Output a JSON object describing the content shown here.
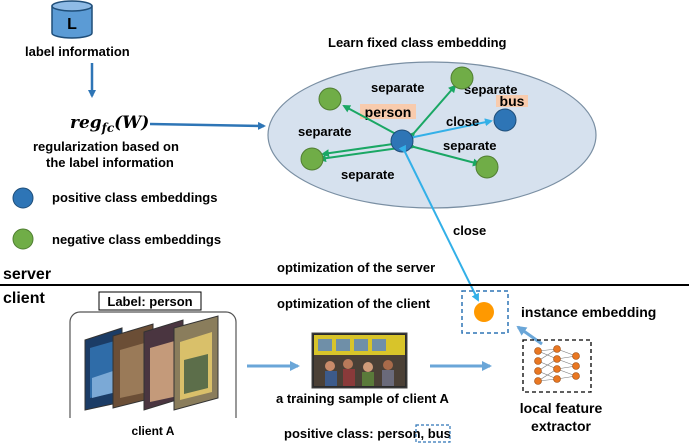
{
  "label_info": {
    "icon_letter": "L",
    "caption": "label information"
  },
  "regularization": {
    "formula_main": "reg",
    "formula_sub": "fc",
    "formula_arg": "(W)",
    "caption_line1": "regularization based on",
    "caption_line2": "the label information"
  },
  "legend": {
    "positive": "positive class embeddings",
    "negative": "negative class embeddings"
  },
  "embedding_space": {
    "title": "Learn fixed class embedding",
    "person_label": "person",
    "bus_label": "bus",
    "close_label": "close",
    "separate_labels": [
      "separate",
      "separate",
      "separate",
      "separate",
      "separate"
    ]
  },
  "server_side": {
    "section_label": "server",
    "close_label": "close",
    "optimization_label": "optimization of the server"
  },
  "client_side": {
    "section_label": "client",
    "optimization_label": "optimization of the client",
    "stack_label": "Label: person",
    "client_caption": "client A",
    "sample_caption": "a training sample of client A",
    "positive_prefix": "positive class: person, ",
    "positive_bus": "bus",
    "instance_label": "instance embedding",
    "extractor_line1": "local feature",
    "extractor_line2": "extractor"
  },
  "colors": {
    "positive": "#2e75b6",
    "negative": "#70ad47",
    "instance": "#ff9900",
    "arrow_blue": "#2e75b6",
    "arrow_green": "#1aa764",
    "arrow_cyan": "#33b0e8",
    "ellipse_fill": "#d6e1ee",
    "tag_fill": "#f8cbad"
  }
}
